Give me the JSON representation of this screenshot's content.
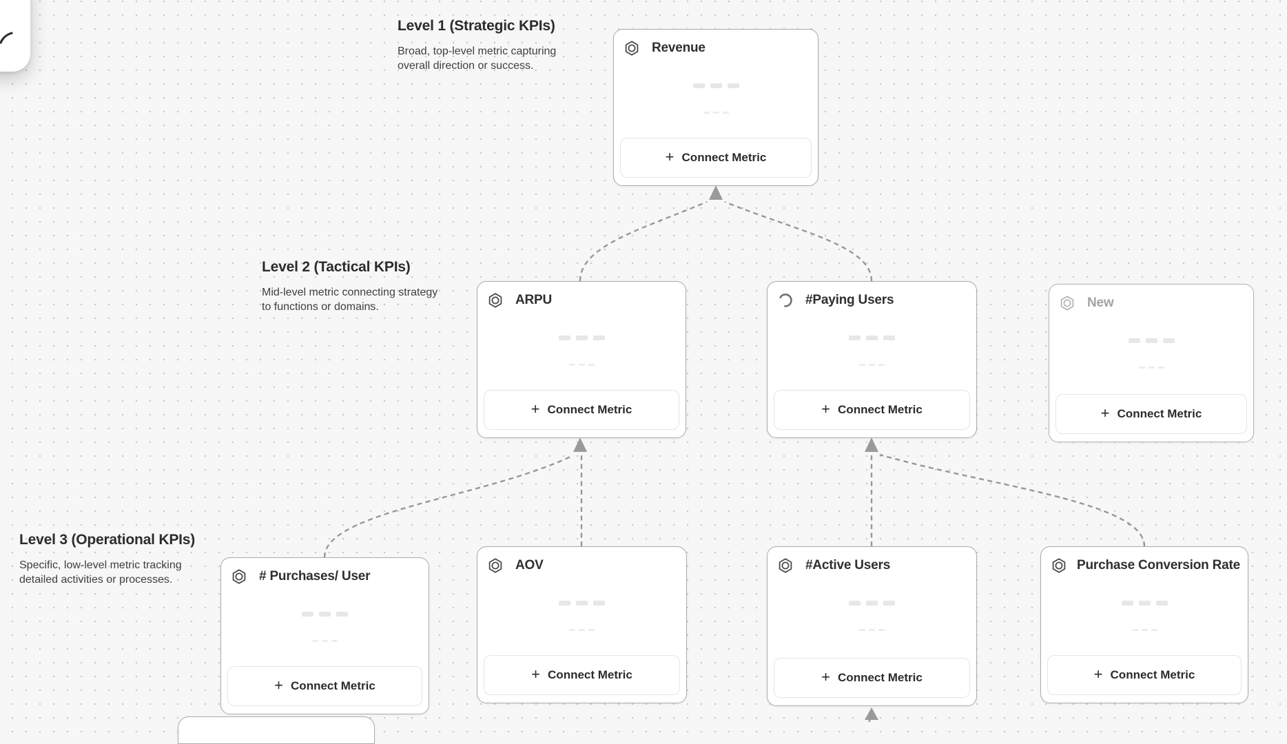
{
  "ui": {
    "connect_metric_label": "Connect Metric",
    "plus": "+"
  },
  "levels": [
    {
      "title": "Level 1 (Strategic KPIs)",
      "description": "Broad, top-level metric capturing overall direction or success."
    },
    {
      "title": "Level 2 (Tactical KPIs)",
      "description": "Mid-level metric connecting strategy to functions or domains."
    },
    {
      "title": "Level 3 (Operational KPIs)",
      "description": "Specific, low-level metric tracking detailed activities or processes."
    }
  ],
  "cards": [
    {
      "title": "Revenue",
      "level": 1,
      "icon": "metric-hexagon-icon",
      "state": "default"
    },
    {
      "title": "ARPU",
      "level": 2,
      "icon": "metric-hexagon-icon",
      "state": "default"
    },
    {
      "title": "#Paying Users",
      "level": 2,
      "icon": "loading-spinner-icon",
      "state": "loading"
    },
    {
      "title": "New",
      "level": 2,
      "icon": "metric-hexagon-icon",
      "state": "draft"
    },
    {
      "title": "# Purchases/ User",
      "level": 3,
      "icon": "metric-hexagon-icon",
      "state": "default"
    },
    {
      "title": "AOV",
      "level": 3,
      "icon": "metric-hexagon-icon",
      "state": "default"
    },
    {
      "title": "#Active Users",
      "level": 3,
      "icon": "metric-hexagon-icon",
      "state": "default"
    },
    {
      "title": "Purchase Conversion Rate",
      "level": 3,
      "icon": "metric-hexagon-icon",
      "state": "default"
    }
  ],
  "colors": {
    "canvas_background": "#f7f7f7",
    "grid_dot": "#c9c9c9",
    "card_border": "#ababab",
    "connector": "#979797",
    "arrowhead": "#9a9a9a",
    "skeleton": "#e7e7e7",
    "text_primary": "#2c2c2c",
    "draft_text": "#a3a3a3"
  }
}
